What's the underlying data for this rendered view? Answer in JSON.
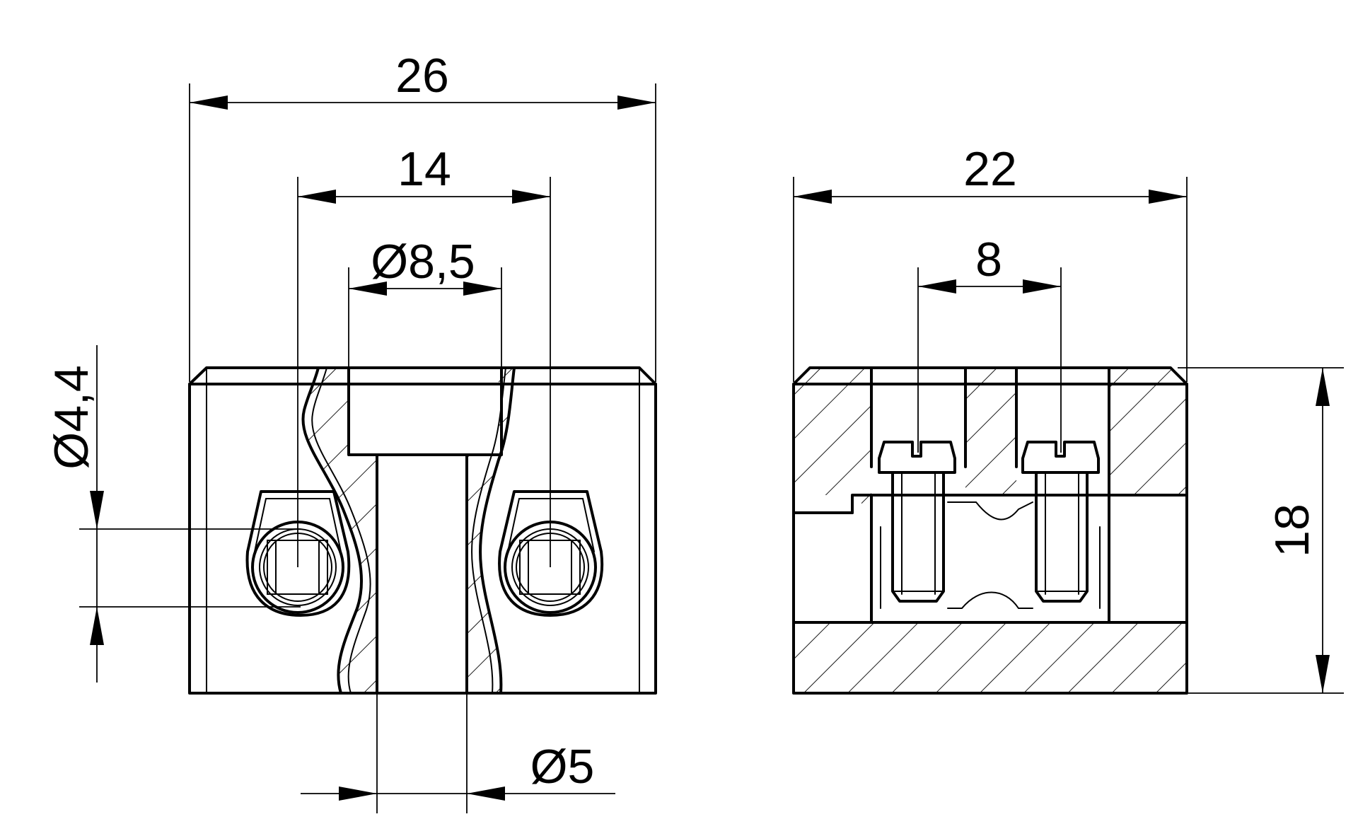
{
  "drawing": {
    "front_view": {
      "dimensions": {
        "overall_width": "26",
        "screw_spacing": "14",
        "bore_diameter": "Ø8,5",
        "wire_entry_diameter": "Ø4,4",
        "through_hole_diameter": "Ø5"
      }
    },
    "side_view": {
      "dimensions": {
        "overall_depth": "22",
        "screw_spacing": "8",
        "height": "18"
      }
    }
  }
}
